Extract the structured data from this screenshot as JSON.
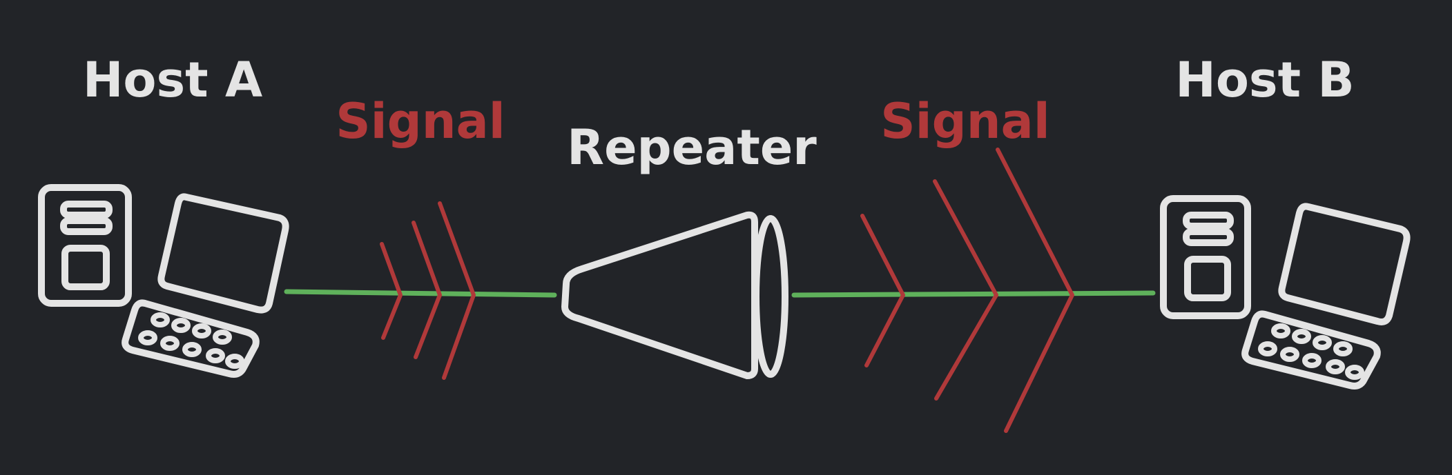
{
  "diagram": {
    "labels": {
      "host_a": "Host A",
      "host_b": "Host B",
      "repeater": "Repeater",
      "signal_left": "Signal",
      "signal_right": "Signal"
    },
    "colors": {
      "background": "#222428",
      "outline": "#e4e4e4",
      "signal": "#b0393a",
      "wire": "#5fb15b"
    },
    "icons": {
      "host_a": "desktop-computer-icon",
      "host_b": "desktop-computer-icon",
      "repeater": "megaphone-icon"
    }
  }
}
